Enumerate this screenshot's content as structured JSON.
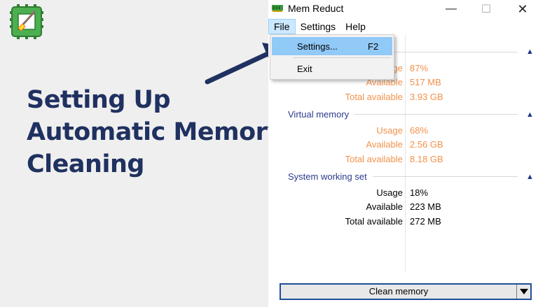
{
  "headline": {
    "line1": "Setting Up",
    "line2": "Automatic Memory",
    "line3": "Cleaning"
  },
  "window": {
    "title": "Mem Reduct",
    "controls": {
      "minimize": "—",
      "maximize": "☐",
      "close": "✕"
    }
  },
  "menu": {
    "file": "File",
    "settings": "Settings",
    "help": "Help"
  },
  "file_menu": {
    "settings_label": "Settings...",
    "settings_shortcut": "F2",
    "exit_label": "Exit"
  },
  "groups": {
    "physical": {
      "title": "",
      "usage_label": "Usage",
      "usage_value": "87%",
      "available_label": "Available",
      "available_value": "517 MB",
      "total_label": "Total available",
      "total_value": "3.93 GB"
    },
    "virtual": {
      "title": "Virtual memory",
      "usage_label": "Usage",
      "usage_value": "68%",
      "available_label": "Available",
      "available_value": "2.56 GB",
      "total_label": "Total available",
      "total_value": "8.18 GB"
    },
    "system": {
      "title": "System working set",
      "usage_label": "Usage",
      "usage_value": "18%",
      "available_label": "Available",
      "available_value": "223 MB",
      "total_label": "Total available",
      "total_value": "272 MB"
    }
  },
  "clean_button": {
    "label": "Clean memory"
  },
  "colors": {
    "headline": "#1f3160",
    "accent_orange": "#f2914a",
    "group_title": "#2d3a8c",
    "menu_highlight": "#91c9f7"
  },
  "icons": {
    "logo": "memory-chip-broom-icon",
    "app": "ram-stick-icon",
    "chevron": "chevron-up-icon",
    "arrow": "pointer-arrow-icon"
  }
}
